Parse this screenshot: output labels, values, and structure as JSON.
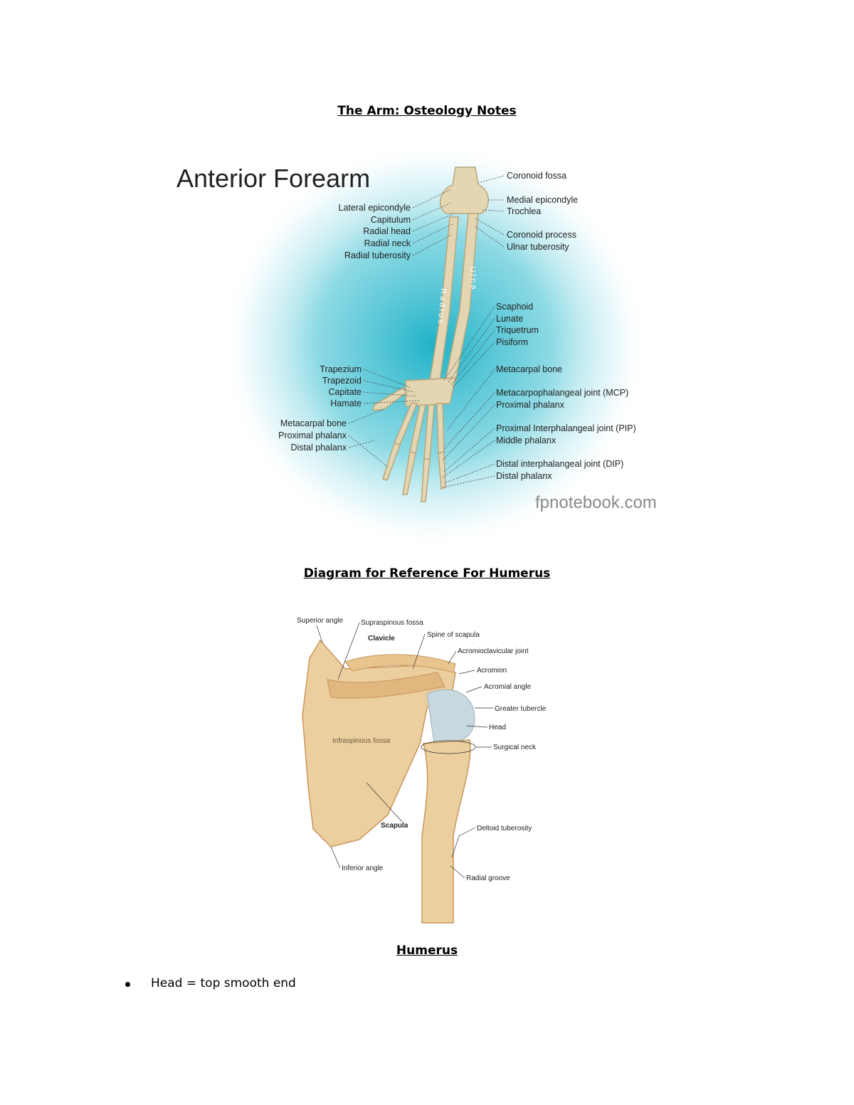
{
  "document": {
    "title": "The Arm: Osteology Notes",
    "section_humerus_reference": "Diagram for Reference For Humerus",
    "section_humerus": "Humerus",
    "bullets": [
      "Head = top smooth end"
    ]
  },
  "forearm_figure": {
    "title": "Anterior Forearm",
    "watermark": "fpnotebook.com",
    "bone_labels": {
      "ulna": "U l n a",
      "radius": "R a d i u s"
    },
    "labels_left": [
      "Lateral epicondyle",
      "Capitulum",
      "Radial head",
      "Radial neck",
      "Radial tuberosity",
      "Trapezium",
      "Trapezoid",
      "Capitate",
      "Hamate",
      "Metacarpal bone",
      "Proximal phalanx",
      "Distal phalanx"
    ],
    "labels_right": [
      "Coronoid fossa",
      "Medial epicondyle",
      "Trochlea",
      "Coronoid process",
      "Ulnar tuberosity",
      "Scaphoid",
      "Lunate",
      "Triquetrum",
      "Pisiform",
      "Metacarpal bone",
      "Metacarpophalangeal joint (MCP)",
      "Proximal phalanx",
      "Proximal Interphalangeal joint (PIP)",
      "Middle phalanx",
      "Distal interphalangeal joint (DIP)",
      "Distal phalanx"
    ],
    "colors": {
      "glow": "#1fb2c8",
      "bone": "#e4d6b2",
      "bone_shadow": "#b9a77c"
    }
  },
  "humerus_figure": {
    "labels": [
      "Superior angle",
      "Supraspinous fossa",
      "Clavicle",
      "Spine of scapula",
      "Acromioclavicular joint",
      "Acromion",
      "Acromial angle",
      "Greater tubercle",
      "Head",
      "Surgical neck",
      "Infraspinous fossa",
      "Scapula",
      "Deltoid tuberosity",
      "Inferior angle",
      "Radial groove"
    ],
    "colors": {
      "bone": "#eccf9e",
      "shade": "#c9955c",
      "head": "#c7d8e0"
    }
  }
}
